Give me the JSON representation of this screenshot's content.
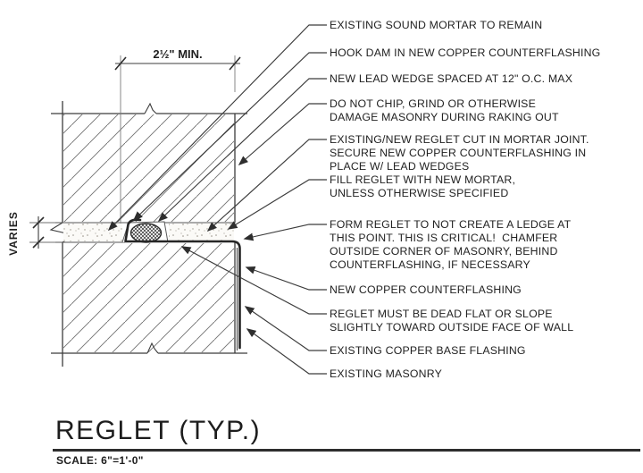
{
  "title_block": {
    "title": "REGLET (TYP.)",
    "scale": "SCALE: 6\"=1'-0\""
  },
  "dimensions": {
    "top_dimension": "2½\" MIN.",
    "left_dimension": "VARIES"
  },
  "callouts": [
    "EXISTING SOUND MORTAR TO REMAIN",
    "HOOK DAM IN NEW COPPER COUNTERFLASHING",
    "NEW LEAD WEDGE SPACED AT 12\" O.C. MAX",
    "DO NOT CHIP, GRIND OR OTHERWISE\nDAMAGE MASONRY DURING RAKING OUT",
    "EXISTING/NEW REGLET CUT IN MORTAR JOINT.\nSECURE NEW COPPER COUNTERFLASHING IN\nPLACE W/ LEAD WEDGES",
    "FILL REGLET WITH NEW MORTAR,\nUNLESS OTHERWISE SPECIFIED",
    "FORM REGLET TO NOT CREATE A LEDGE AT\nTHIS POINT. THIS IS CRITICAL!  CHAMFER\nOUTSIDE CORNER OF MASONRY, BEHIND\nCOUNTERFLASHING, IF NECESSARY",
    "NEW COPPER COUNTERFLASHING",
    "REGLET MUST BE DEAD FLAT OR SLOPE\nSLIGHTLY TOWARD OUTSIDE FACE OF WALL",
    "EXISTING COPPER BASE FLASHING",
    "EXISTING MASONRY"
  ],
  "colors": {
    "background": "#ffffff",
    "line": "#3c3c3c",
    "heavy_line": "#262626",
    "text": "#222222"
  }
}
